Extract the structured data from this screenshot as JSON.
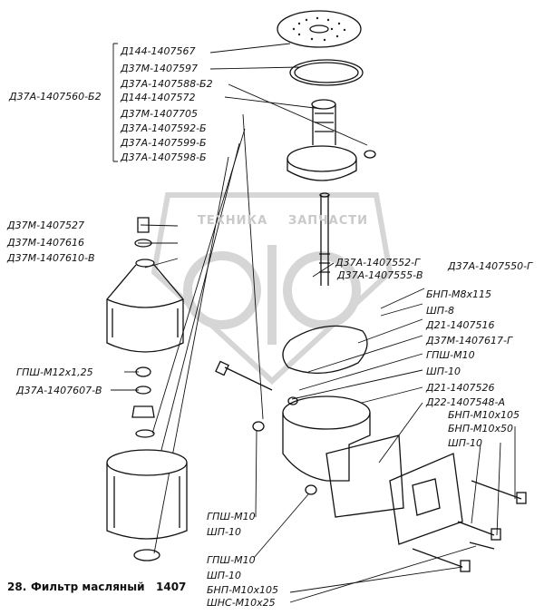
{
  "watermark": {
    "left": "ТЕХНИКА",
    "right": "ЗАПЧАСТИ",
    "logo": "ЭПФ"
  },
  "caption": {
    "number": "28.",
    "title": "Фильтр масляный",
    "code": "1407"
  },
  "labels": {
    "d144_567": "Д144-1407567",
    "d37m_597": "Д37М-1407597",
    "d37a_588": "Д37А-1407588-Б2",
    "d144_572": "Д144-1407572",
    "d37m_705": "Д37М-1407705",
    "d37a_592": "Д37А-1407592-Б",
    "d37a_599": "Д37А-1407599-Б",
    "d37a_598": "Д37А-1407598-Б",
    "d37a_560": "Д37А-1407560-Б2",
    "d37m_527": "Д37М-1407527",
    "d37m_616": "Д37М-1407616",
    "d37m_610": "Д37М-1407610-В",
    "d37a_552": "Д37А-1407552-Г",
    "d37a_555": "Д37А-1407555-В",
    "d37a_550": "Д37А-1407550-Г",
    "bnp_m8": "БНП-М8х115",
    "shp8": "ШП-8",
    "d21_516": "Д21-1407516",
    "d37m_617": "Д37М-1407617-Г",
    "gpsh_m10_a": "ГПШ-М10",
    "shp10_a": "ШП-10",
    "d21_526": "Д21-1407526",
    "d22_548": "Д22-1407548-А",
    "bnp_m10_105_a": "БНП-М10х105",
    "bnp_m10_50": "БНП-М10х50",
    "shp10_b": "ШП-10",
    "gpsh_m12": "ГПШ-М12х1,25",
    "d37a_607": "Д37А-1407607-В",
    "gpsh_m10_b": "ГПШ-М10",
    "shp10_c": "ШП-10",
    "gpsh_m10_c": "ГПШ-М10",
    "shp10_d": "ШП-10",
    "bnp_m10_105_b": "БНП-М10х105",
    "shns_m10": "ШНС-М10х25"
  }
}
